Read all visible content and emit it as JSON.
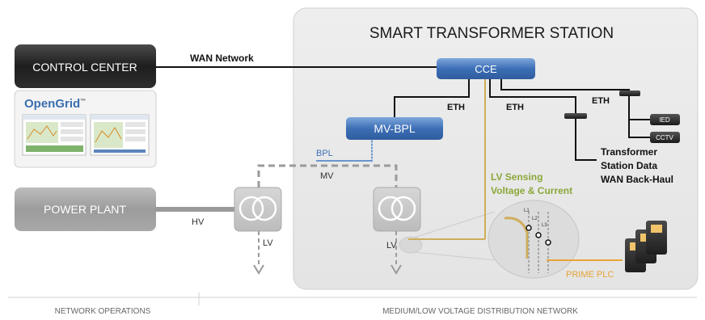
{
  "title": "SMART TRANSFORMER STATION",
  "nodes": {
    "control_center": "CONTROL CENTER",
    "opengrid_logo": "OpenGrid",
    "opengrid_tm": "™",
    "power_plant": "POWER PLANT",
    "cce": "CCE",
    "mv_bpl": "MV-BPL",
    "ied": "IED",
    "cctv": "CCTV"
  },
  "links": {
    "wan_network": "WAN Network",
    "eth_1": "ETH",
    "eth_2": "ETH",
    "eth_3": "ETH",
    "bpl": "BPL",
    "mv": "MV",
    "hv": "HV",
    "lv_left": "LV",
    "lv_right": "LV",
    "prime_plc": "PRIME PLC"
  },
  "labels": {
    "transformer_data_line1": "Transformer",
    "transformer_data_line2": "Station Data",
    "transformer_data_line3": "WAN Back-Haul",
    "lv_sensing_line1": "LV Sensing",
    "lv_sensing_line2": "Voltage & Current",
    "phase_l1": "L1",
    "phase_l2": "L2",
    "phase_l3": "L3"
  },
  "footer": {
    "left": "NETWORK OPERATIONS",
    "right": "MEDIUM/LOW VOLTAGE DISTRIBUTION NETWORK"
  },
  "colors": {
    "dark_box": "#2b2b2b",
    "blue_box": "#3f72b8",
    "gray_box": "#9a9a9a",
    "station_bg": "#ececec",
    "bpl_blue": "#6b95cc",
    "sensing_green": "#8aa83a",
    "plc_orange": "#e7a437"
  }
}
